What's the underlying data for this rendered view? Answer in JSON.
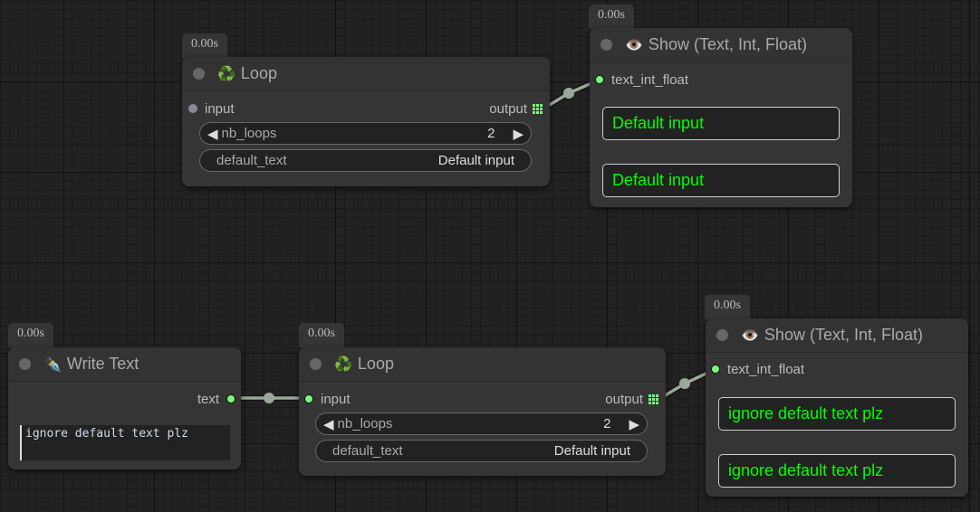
{
  "nodes": {
    "loop1": {
      "time": "0.00s",
      "title": "Loop",
      "icon": "♻️",
      "input": "input",
      "output": "output",
      "nb_loops_label": "nb_loops",
      "nb_loops": "2",
      "default_text_label": "default_text",
      "default_text": "Default input"
    },
    "show1": {
      "time": "0.00s",
      "title": "Show (Text, Int, Float)",
      "icon": "👁️",
      "input": "text_int_float",
      "outputs": [
        "Default input",
        "Default input"
      ]
    },
    "write": {
      "time": "0.00s",
      "title": "Write Text",
      "icon": "✒️",
      "output": "text",
      "value": "ignore default text plz"
    },
    "loop2": {
      "time": "0.00s",
      "title": "Loop",
      "icon": "♻️",
      "input": "input",
      "output": "output",
      "nb_loops_label": "nb_loops",
      "nb_loops": "2",
      "default_text_label": "default_text",
      "default_text": "Default input"
    },
    "show2": {
      "time": "0.00s",
      "title": "Show (Text, Int, Float)",
      "icon": "👁️",
      "input": "text_int_float",
      "outputs": [
        "ignore default text plz",
        "ignore default text plz"
      ]
    }
  },
  "colors": {
    "link": "#9aa89a",
    "socket_active": "#77ff77",
    "output_text": "#00ff00"
  }
}
